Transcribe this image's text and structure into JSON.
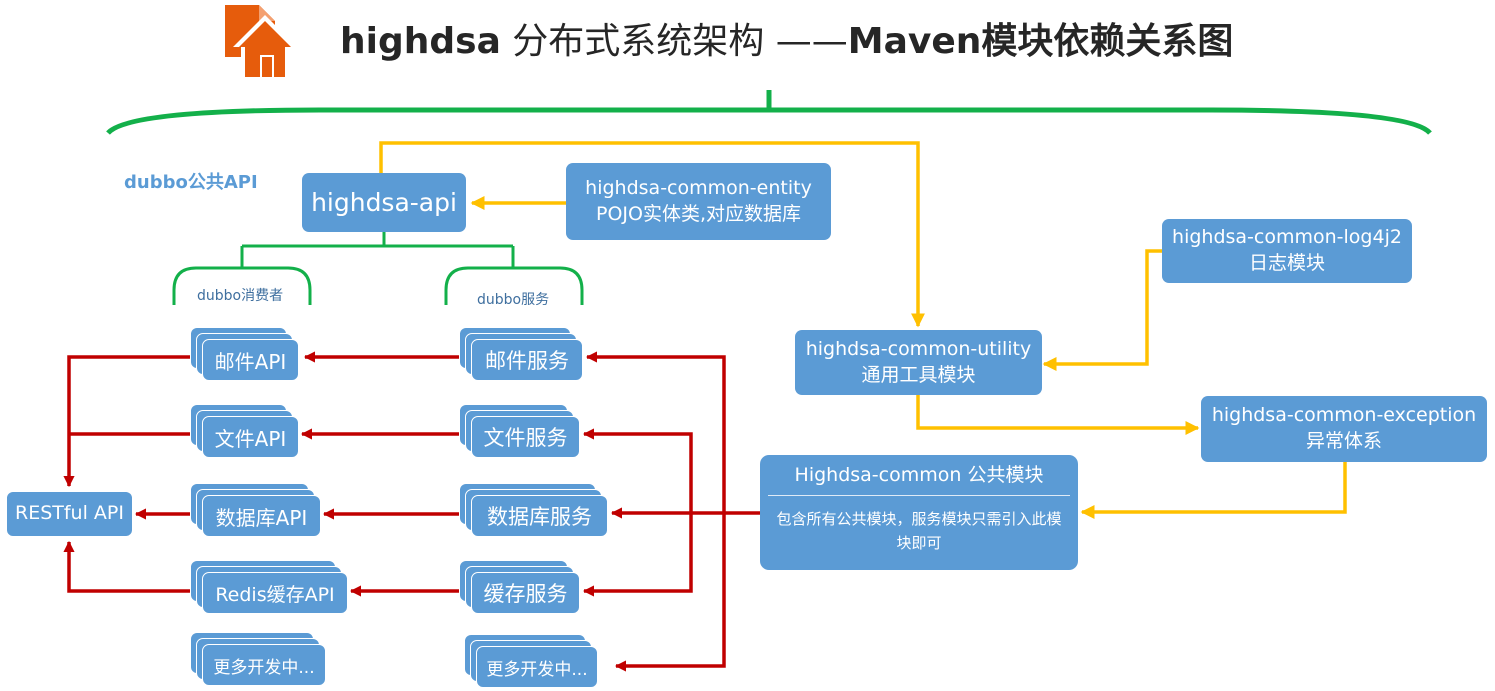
{
  "title": {
    "main": "highdsa",
    "middle": " 分布式系统架构 ——",
    "tail": "Maven模块依赖关系图"
  },
  "group_label": "dubbo公共API",
  "api": {
    "label": "highdsa-api"
  },
  "entity": {
    "line1": "highdsa-common-entity",
    "line2": "POJO实体类,对应数据库"
  },
  "log4j2": {
    "line1": "highdsa-common-log4j2",
    "line2": "日志模块"
  },
  "utility": {
    "line1": "highdsa-common-utility",
    "line2": "通用工具模块"
  },
  "exception": {
    "line1": "highdsa-common-exception",
    "line2": "异常体系"
  },
  "common": {
    "header": "Highdsa-common 公共模块",
    "body": "包含所有公共模块，服务模块只需引入此模块即可"
  },
  "restful": {
    "label": "RESTful API"
  },
  "consumer_label": "dubbo消费者",
  "service_label": "dubbo服务",
  "consumers": [
    "邮件API",
    "文件API",
    "数据库API",
    "Redis缓存API",
    "更多开发中..."
  ],
  "services": [
    "邮件服务",
    "文件服务",
    "数据库服务",
    "缓存服务",
    "更多开发中..."
  ],
  "colors": {
    "box": "#5b9bd5",
    "green": "#13b04a",
    "yellow": "#ffc000",
    "red": "#c00000",
    "house": "#e65c0c",
    "title": "#262626"
  }
}
